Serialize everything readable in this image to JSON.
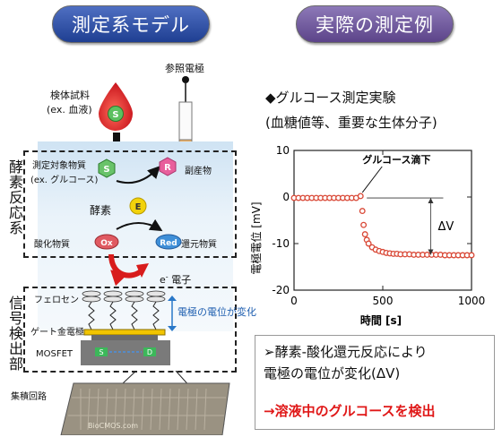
{
  "left": {
    "title": "測定系モデル",
    "sample_label_1": "検体試料",
    "sample_label_2": "(ex. 血液)",
    "reference_electrode": "参照電極",
    "enzyme_system_label": "酵素反応系",
    "detector_label": "信号検出部",
    "target_1": "測定対象物質",
    "target_2": "(ex. グルコース)",
    "byproduct": "副産物",
    "enzyme": "酵素",
    "oxidant": "酸化物質",
    "reductant": "還元物質",
    "electron": "電子",
    "electron_symbol": "e",
    "electron_sup": "-",
    "ferrocene": "フェロセン",
    "gate_electrode": "ゲート金電極",
    "potential_change": "電極の電位が変化",
    "mosfet": "MOSFET",
    "ic": "集積回路",
    "mol_S": "S",
    "mol_R": "R",
    "mol_E": "E",
    "mol_Ox": "Ox",
    "mol_Red": "Red",
    "mosfet_S": "S",
    "mosfet_D": "D",
    "chip_brand": "BioCMOS.com"
  },
  "right": {
    "title": "実際の測定例",
    "experiment_line_1": "◆グルコース測定実験",
    "experiment_line_2": "(血糖値等、重要な生体分子)",
    "conclusion_1": "➢酵素-酸化還元反応により",
    "conclusion_2": "電極の電位が変化(ΔV)",
    "conclusion_3": "→溶液中のグルコースを検出"
  },
  "chart_data": {
    "type": "scatter",
    "xlabel": "時間 [s]",
    "ylabel": "電極電位 [mV]",
    "xlim": [
      0,
      1000
    ],
    "ylim": [
      -20,
      10
    ],
    "xticks": [
      0,
      500,
      1000
    ],
    "yticks": [
      10,
      0,
      -10,
      -20
    ],
    "annotation": "グルコース滴下",
    "delta_label": "ΔV",
    "marker_color": "#d94836",
    "series": [
      {
        "x": [
          0,
          25,
          50,
          75,
          100,
          125,
          150,
          175,
          200,
          225,
          250,
          275,
          300,
          325,
          350,
          375,
          385,
          392,
          400,
          410,
          420,
          440,
          460,
          480,
          500,
          520,
          540,
          560,
          580,
          600,
          625,
          650,
          675,
          700,
          725,
          750,
          775,
          800,
          825,
          850,
          875,
          900,
          925,
          950,
          975,
          1000
        ],
        "y": [
          -0.2,
          -0.2,
          -0.2,
          -0.2,
          -0.2,
          -0.2,
          -0.2,
          -0.2,
          -0.2,
          -0.2,
          -0.2,
          -0.2,
          -0.2,
          -0.2,
          -0.2,
          0.2,
          -3.0,
          -6.0,
          -8.0,
          -9.2,
          -10.0,
          -10.8,
          -11.3,
          -11.6,
          -11.8,
          -12.0,
          -12.1,
          -12.2,
          -12.2,
          -12.3,
          -12.3,
          -12.3,
          -12.4,
          -12.4,
          -12.4,
          -12.4,
          -12.4,
          -12.4,
          -12.4,
          -12.5,
          -12.5,
          -12.5,
          -12.5,
          -12.5,
          -12.5,
          -12.5
        ]
      }
    ]
  }
}
